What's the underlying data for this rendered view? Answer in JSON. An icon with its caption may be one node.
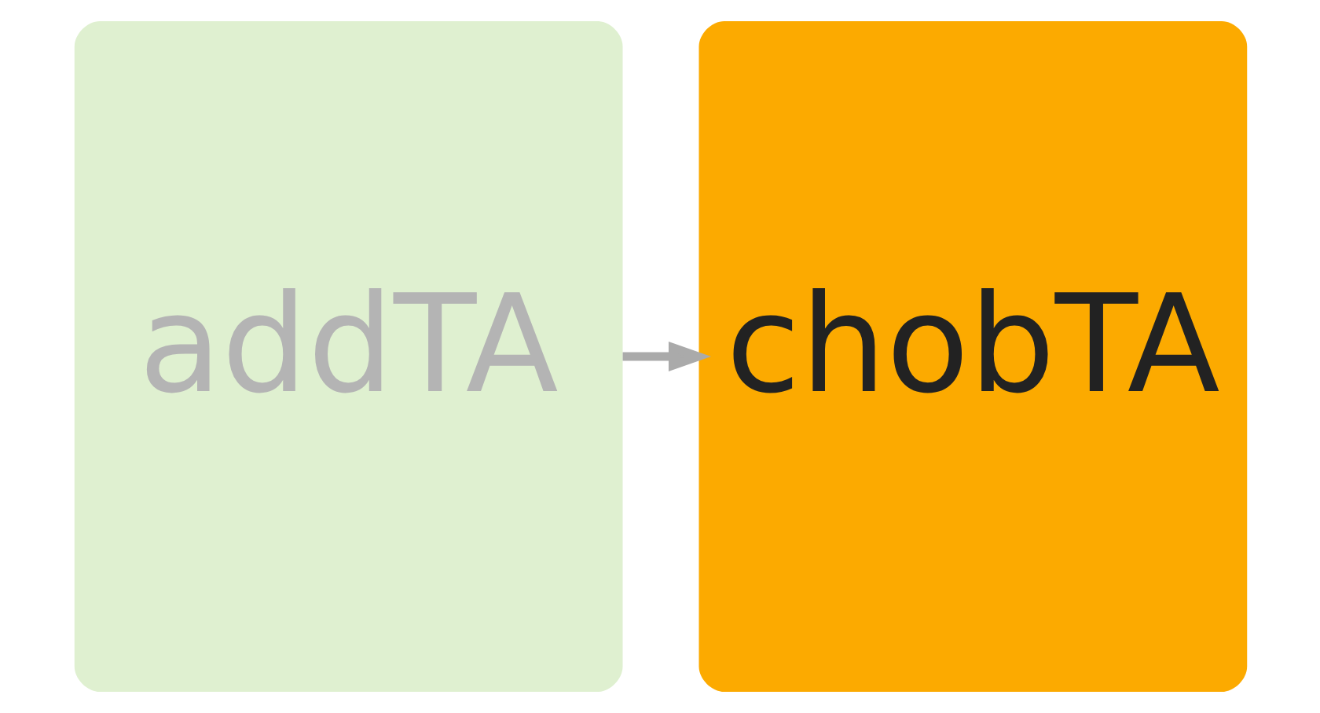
{
  "diagram": {
    "nodes": [
      {
        "text": [
          "addTA"
        ]
      },
      {
        "text": [
          "chobTA"
        ]
      }
    ],
    "edges": [
      {
        "from": 0,
        "to": 1,
        "arrow": "to"
      }
    ]
  }
}
